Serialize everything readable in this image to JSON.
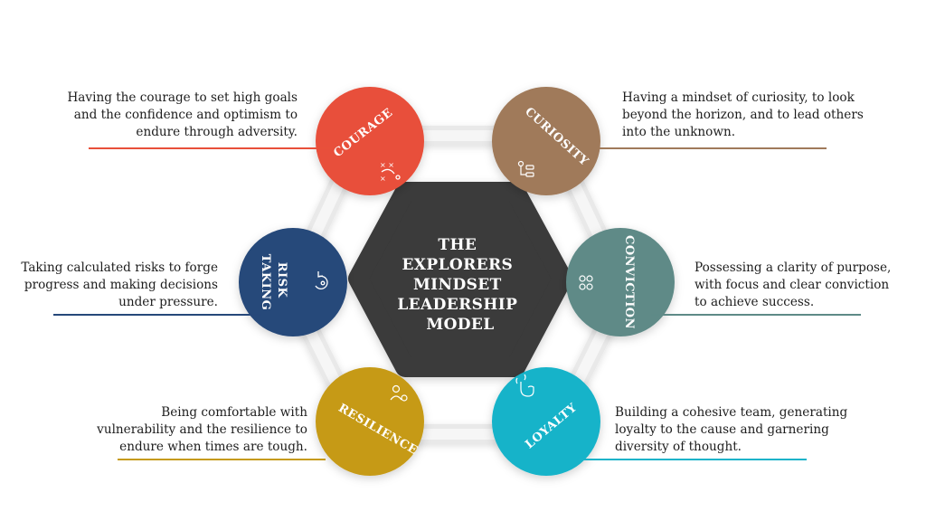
{
  "center": {
    "title_lines": [
      "THE",
      "EXPLORERS",
      "MINDSET",
      "LEADERSHIP",
      "MODEL"
    ]
  },
  "nodes": [
    {
      "id": "courage",
      "label": "COURAGE",
      "color": "#e8503a",
      "icon": "strategy-play-icon",
      "description": [
        "Having the courage to set high goals",
        "and the confidence and optimism to",
        "endure through adversity."
      ]
    },
    {
      "id": "curiosity",
      "label": "CURIOSITY",
      "color": "#a07a5a",
      "icon": "flowchart-icon",
      "description": [
        "Having a mindset of curiosity, to look",
        "beyond the horizon, and to lead others",
        "into the unknown."
      ]
    },
    {
      "id": "conviction",
      "label": "CONVICTION",
      "color": "#5e8a87",
      "icon": "gears-icon",
      "description": [
        "Possessing a clarity of purpose,",
        "with focus and clear conviction",
        "to achieve success."
      ]
    },
    {
      "id": "loyalty",
      "label": "LOYALTY",
      "color": "#19b3c9",
      "icon": "pointing-hand-icon",
      "description": [
        "Building a cohesive team, generating",
        "loyalty to the cause and garnering",
        "diversity of thought."
      ]
    },
    {
      "id": "resilience",
      "label": "RESILIENCE",
      "color": "#c69a18",
      "icon": "person-gear-icon",
      "description": [
        "Being comfortable with",
        "vulnerability and the resilience to",
        "endure when times are tough."
      ]
    },
    {
      "id": "risk_taking",
      "label_lines": [
        "RISK",
        "TAKING"
      ],
      "color": "#26487a",
      "icon": "cycle-arrows-icon",
      "description": [
        "Taking calculated risks to forge",
        "progress and making decisions",
        "under pressure."
      ]
    }
  ]
}
